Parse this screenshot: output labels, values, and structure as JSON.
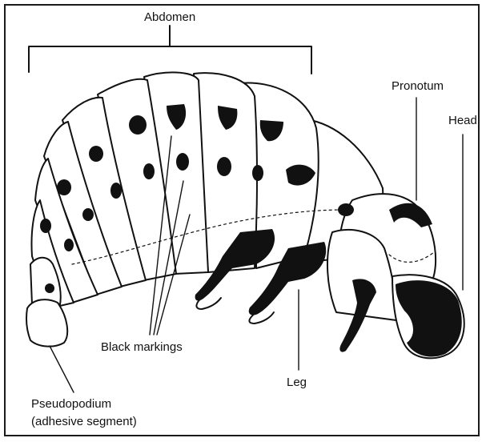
{
  "labels": {
    "abdomen": "Abdomen",
    "pronotum": "Pronotum",
    "head": "Head",
    "black_markings": "Black markings",
    "leg": "Leg",
    "pseudopodium": "Pseudopodium",
    "pseudopodium_note": "(adhesive segment)"
  },
  "colors": {
    "ink": "#111111",
    "body_fill": "#ffffff",
    "background": "#ffffff"
  }
}
